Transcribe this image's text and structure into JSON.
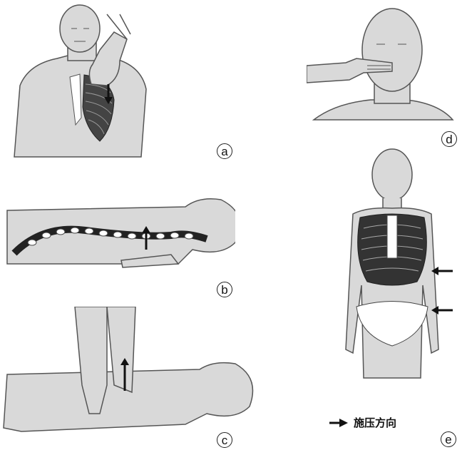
{
  "panels": {
    "a": {
      "label": "a"
    },
    "b": {
      "label": "b"
    },
    "c": {
      "label": "c"
    },
    "d": {
      "label": "d"
    },
    "e": {
      "label": "e"
    }
  },
  "legend": {
    "text": "施压方向",
    "icon": "arrow-right-icon"
  },
  "colors": {
    "skin": "#d9d9d9",
    "outline": "#555555",
    "bone": "#ffffff",
    "dark": "#222222"
  }
}
